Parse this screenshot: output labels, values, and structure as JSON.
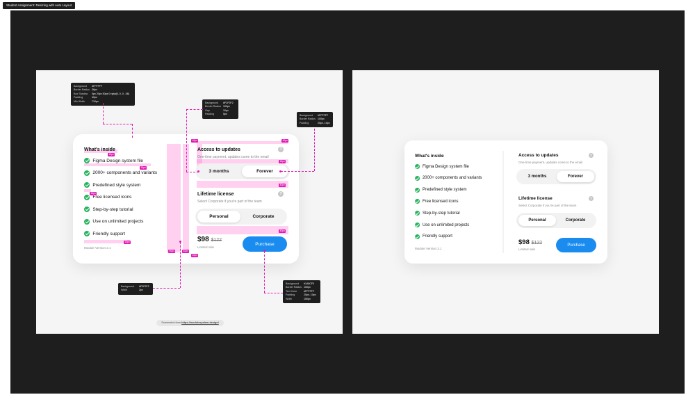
{
  "window_tag": "Student Assignment: Resizing with Auto Layout",
  "card": {
    "whats_inside": "What's inside",
    "features": [
      "Figma Design system file",
      "2000+ components and variants",
      "Predefined style system",
      "Free licensed icons",
      "Step-by-step tutorial",
      "Use on unlimited projects",
      "Friendly support"
    ],
    "module_version": "Module Version 2.1",
    "access_title": "Access to updates",
    "access_sub": "One-time payment, updates come to the email",
    "duration_options": [
      "3 months",
      "Forever"
    ],
    "duration_selected": "Forever",
    "license_title": "Lifetime license",
    "license_sub": "Select Corporate if you're part of the team",
    "license_options": [
      "Personal",
      "Corporate"
    ],
    "license_selected": "Personal",
    "help_icon": "?",
    "price": "$98",
    "old_price": "$122",
    "sale_note": "Limited sale",
    "purchase_label": "Purchase"
  },
  "specs": {
    "card": [
      [
        "Background",
        "#FFFFFF"
      ],
      [
        "Border Radius",
        "36px"
      ],
      [
        "Box Shadow",
        "0px 20px 50px 0 rgba(0, 0, 0, .08)"
      ],
      [
        "Padding",
        "40px"
      ],
      [
        "Min Width",
        "710px"
      ]
    ],
    "segment": [
      [
        "Background",
        "#F2F2F2"
      ],
      [
        "Border Radius",
        "100px"
      ],
      [
        "Gap",
        "10px"
      ],
      [
        "Padding",
        "5px"
      ]
    ],
    "option": [
      [
        "Background",
        "#FFFFFF"
      ],
      [
        "Border Radius",
        "100px"
      ],
      [
        "Padding",
        "20px, 10px"
      ]
    ],
    "divider": [
      [
        "Background",
        "#F2F2F2"
      ],
      [
        "Width",
        "2px"
      ]
    ],
    "button": [
      [
        "Background",
        "#1A8CF0"
      ],
      [
        "Border Radius",
        "100px"
      ],
      [
        "Text Color",
        "#FFFFFF"
      ],
      [
        "Padding",
        "20px, 10px"
      ],
      [
        "Width",
        "150px"
      ]
    ]
  },
  "badges": {
    "b10": "10px",
    "b15": "15px",
    "b20": "20px",
    "b40": "40px",
    "b50": "50px"
  },
  "screenshot_note": "Screenshot from",
  "screenshot_link": "https://modulesystem.design/",
  "colors": {
    "accent": "#1A8CF0",
    "check": "#27B35E",
    "annotation": "#E01AB5",
    "canvas": "#1E1E1E"
  }
}
